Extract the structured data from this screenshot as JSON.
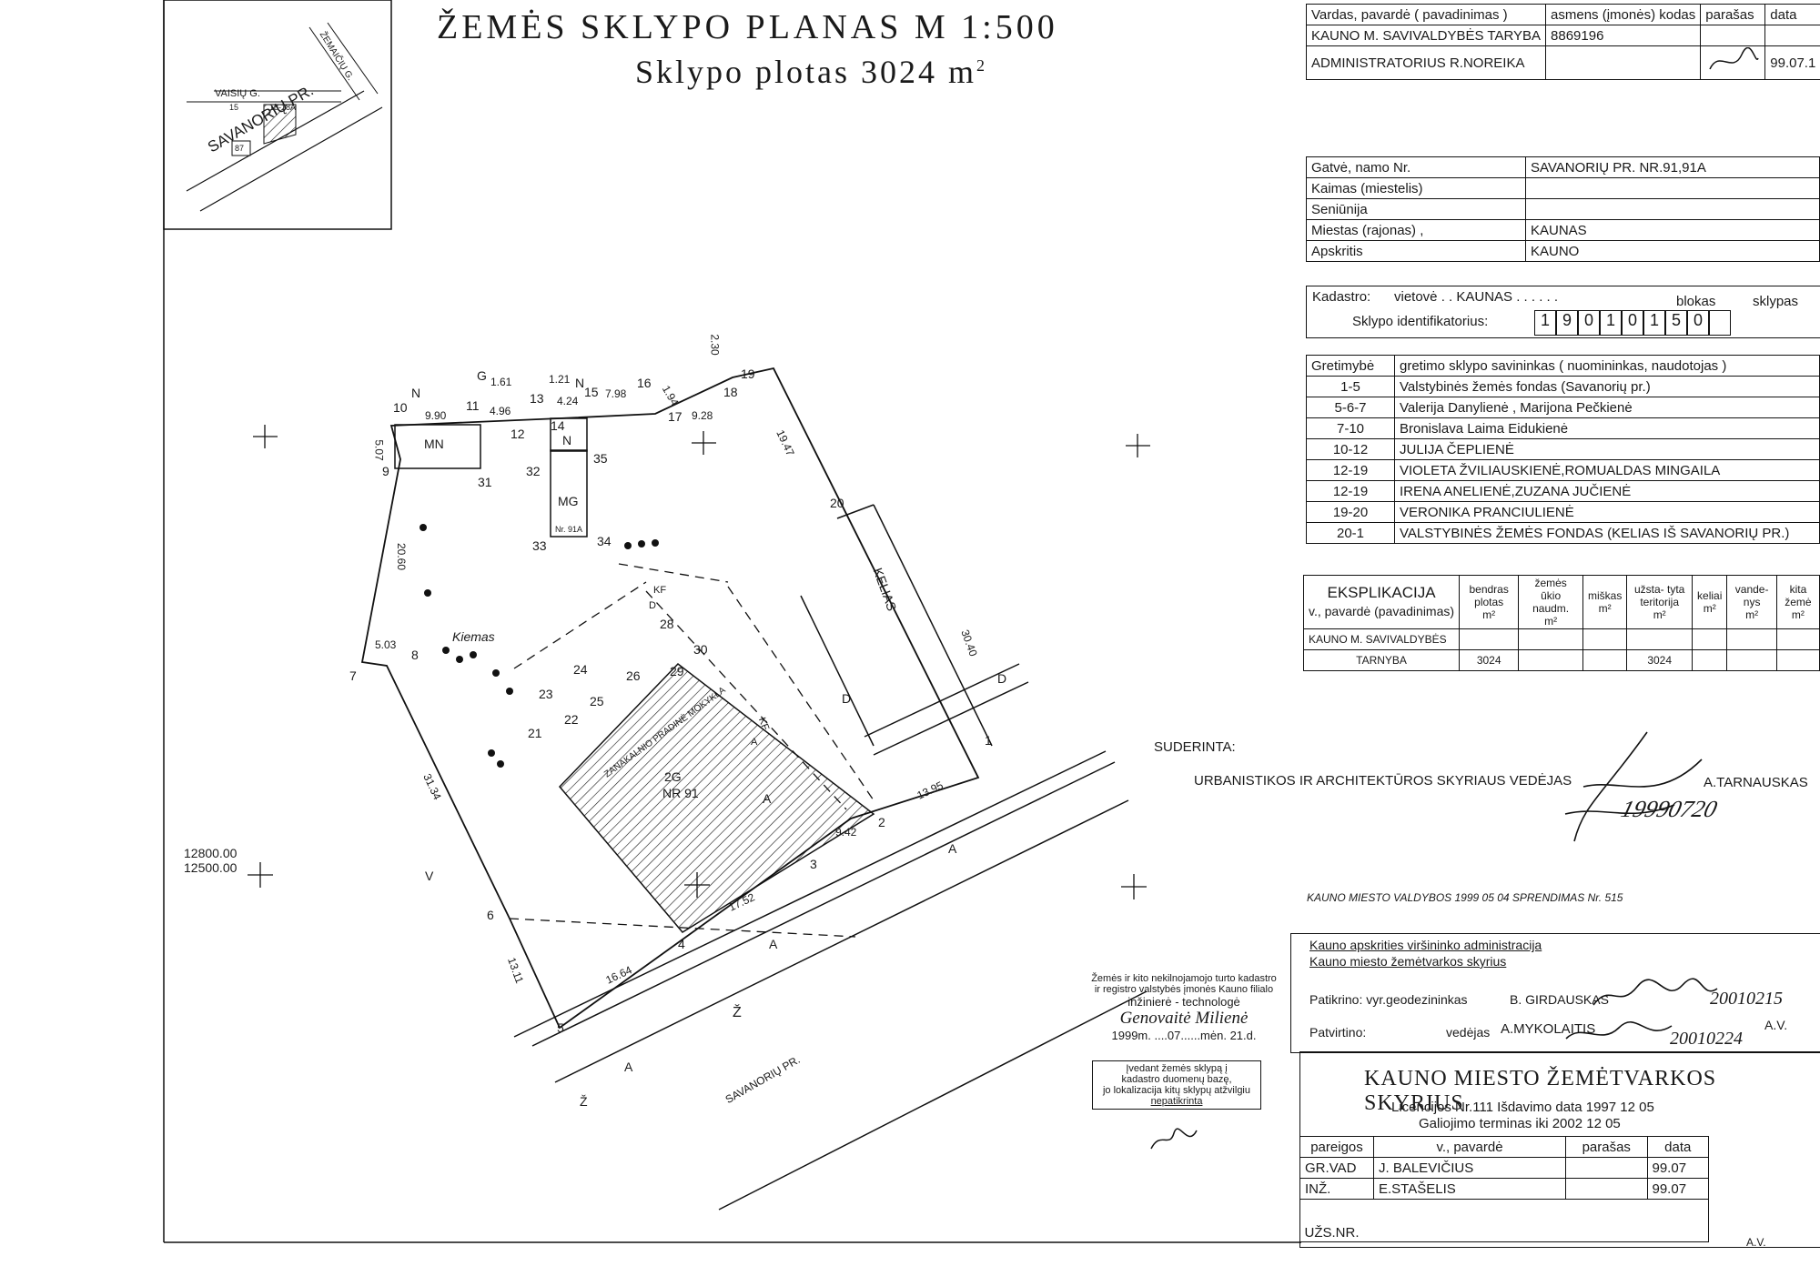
{
  "title": {
    "main": "ŽEMĖS  SKLYPO  PLANAS  M 1:500",
    "area_label": "Sklypo  plotas 3024  m",
    "area_sup": "2"
  },
  "owner_table": {
    "headers": [
      "Vardas, pavardė ( pavadinimas )",
      "asmens (įmonės) kodas",
      "parašas",
      "data"
    ],
    "rows": [
      [
        "KAUNO M. SAVIVALDYBĖS TARYBA",
        "8869196",
        "",
        ""
      ],
      [
        "ADMINISTRATORIUS R.NOREIKA",
        "",
        "",
        "99.07.1"
      ]
    ]
  },
  "address_table": [
    [
      "Gatvė, namo Nr.",
      "SAVANORIŲ PR. NR.91,91A"
    ],
    [
      "Kaimas (miestelis)",
      ""
    ],
    [
      "Seniūnija",
      ""
    ],
    [
      "Miestas (rajonas) ,",
      "KAUNAS"
    ],
    [
      "Apskritis",
      "KAUNO"
    ]
  ],
  "cadastre": {
    "label": "Kadastro:",
    "vietove_label": "vietovė . . KAUNAS . . . . . .",
    "blokas": "blokas",
    "sklypas": "sklypas",
    "id_label": "Sklypo identifikatorius:",
    "digits": [
      "1",
      "9",
      "0",
      "1",
      "0",
      "1",
      "5",
      "0",
      ""
    ]
  },
  "neighbors": {
    "headers": [
      "Gretimybė",
      "gretimo sklypo savininkas ( nuomininkas, naudotojas )"
    ],
    "rows": [
      [
        "1-5",
        "Valstybinės žemės fondas (Savanorių pr.)"
      ],
      [
        "5-6-7",
        "Valerija Danylienė , Marijona Pečkienė"
      ],
      [
        "7-10",
        "Bronislava Laima Eidukienė"
      ],
      [
        "10-12",
        "JULIJA ČEPLIENĖ"
      ],
      [
        "12-19",
        "VIOLETA ŽVILIAUSKIENĖ,ROMUALDAS MINGAILA"
      ],
      [
        "12-19",
        "IRENA ANELIENĖ,ZUZANA JUČIENĖ"
      ],
      [
        "19-20",
        "VERONIKA PRANCIULIENĖ"
      ],
      [
        "20-1",
        "VALSTYBINĖS ŽEMĖS FONDAS (KELIAS IŠ SAVANORIŲ PR.)"
      ]
    ]
  },
  "explication": {
    "title": "EKSPLIKACIJA",
    "name_header": "v., pavardė (pavadinimas)",
    "columns": [
      "bendras plotas",
      "žemės ūkio naudm.",
      "miškas",
      "užsta- tyta teritorija",
      "keliai",
      "vande- nys",
      "kita žemė"
    ],
    "unit": "m²",
    "rows": [
      {
        "name": "KAUNO M. SAVIVALDYBĖS",
        "values": [
          "",
          "",
          "",
          "",
          "",
          "",
          ""
        ]
      },
      {
        "name": "TARNYBA",
        "values": [
          "3024",
          "",
          "",
          "3024",
          "",
          "",
          ""
        ]
      }
    ]
  },
  "approval": {
    "suderinta": "SUDERINTA:",
    "dept": "URBANISTIKOS IR ARCHITEKTŪROS SKYRIAUS VEDĖJAS",
    "person": "A.TARNAUSKAS",
    "date_handwritten": "19990720",
    "decision": "KAUNO  MIESTO  VALDYBOS     1999 05 04  SPRENDIMAS   Nr. 515"
  },
  "county": {
    "line1": "Kauno apskrities viršininko administracija",
    "line2": "Kauno miesto žemėtvarkos skyrius",
    "patikrino_label": "Patikrino: vyr.geodezininkas",
    "patikrino_name": "B. GIRDAUSKAS",
    "patikrino_date": "20010215",
    "patvirtino_label": "Patvirtino:",
    "patvirtino_role": "vedėjas",
    "patvirtino_name": "A.MYKOLAITIS",
    "patvirtino_date": "20010224",
    "av": "A.V."
  },
  "stamp": {
    "l1": "Žemės ir kito nekilnojamojo turto kadastro",
    "l2": "ir registro valstybės įmonės Kauno filialo",
    "l3": "inžinierė - technologė",
    "name": "Genovaitė Milienė",
    "date": "1999m. ....07......mėn. 21.d."
  },
  "box_note": [
    "Įvedant žemės sklypą į",
    "kadastro duomenų bazę,",
    "jo lokalizacija kitų sklypų atžvilgiu",
    "nepatikrinta"
  ],
  "footer": {
    "dept": "KAUNO MIESTO ŽEMĖTVARKOS SKYRIUS",
    "license": "Licencijos Nr.111 Išdavimo data 1997 12 05",
    "valid": "Galiojimo terminas iki 2002 12 05",
    "headers": [
      "pareigos",
      "v., pavardė",
      "parašas",
      "data"
    ],
    "rows": [
      [
        "GR.VAD",
        "J. BALEVIČIUS",
        "",
        "99.07"
      ],
      [
        "INŽ.",
        "E.STAŠELIS",
        "",
        "99.07"
      ]
    ],
    "uzs": "UŽS.NR.",
    "av": "A.V."
  },
  "plan": {
    "coords": [
      "12800.00",
      "12500.00"
    ],
    "inset_labels": [
      "VAISIŲ G.",
      "SAVANORIŲ PR.",
      "ŽEMAIČIŲ G.",
      "15",
      "18-18A",
      "87"
    ],
    "point_labels": [
      "1",
      "2",
      "3",
      "4",
      "5",
      "6",
      "7",
      "8",
      "9",
      "10",
      "11",
      "12",
      "13",
      "14",
      "15",
      "16",
      "17",
      "18",
      "19",
      "20",
      "21",
      "22",
      "23",
      "24",
      "25",
      "26",
      "28",
      "29",
      "30",
      "31",
      "32",
      "33",
      "34",
      "35"
    ],
    "dim_labels": [
      "9.90",
      "4.96",
      "1.61",
      "1.21",
      "4.24",
      "7.98",
      "1.94",
      "9.28",
      "2.30",
      "19.47",
      "30.40",
      "13.95",
      "9.42",
      "17.52",
      "16.64",
      "13.11",
      "31.34",
      "5.03",
      "20.60",
      "5.07"
    ],
    "area_labels": [
      "MN",
      "MG",
      "N",
      "N",
      "N",
      "G",
      "2G",
      "NR 91",
      "Nr. 91A",
      "Kiemas",
      "KELIAS",
      "SAVANORIŲ PR.",
      "ZANAKALNIO PRADINĖ MOKYKLA"
    ],
    "misc_labels": [
      "A",
      "A",
      "A",
      "Ž",
      "Ž",
      "A",
      "D",
      "D",
      "KF",
      "KF",
      "A",
      "D",
      "V"
    ]
  }
}
